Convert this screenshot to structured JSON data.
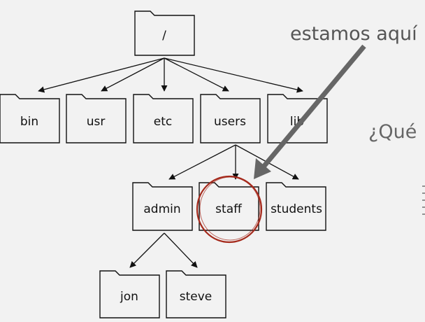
{
  "folders": {
    "root": "/",
    "bin": "bin",
    "usr": "usr",
    "etc": "etc",
    "users": "users",
    "lib": "lib",
    "admin": "admin",
    "staff": "staff",
    "students": "students",
    "jon": "jon",
    "steve": "steve"
  },
  "annotation": {
    "text": "estamos aquí"
  },
  "question": {
    "text": "¿Qué"
  },
  "colors": {
    "folder_stroke": "#111111",
    "folder_fill": "#f2f2f2",
    "highlight_circle": "#a52a1c",
    "pointer_arrow": "#666666",
    "background": "#f2f2f2"
  }
}
